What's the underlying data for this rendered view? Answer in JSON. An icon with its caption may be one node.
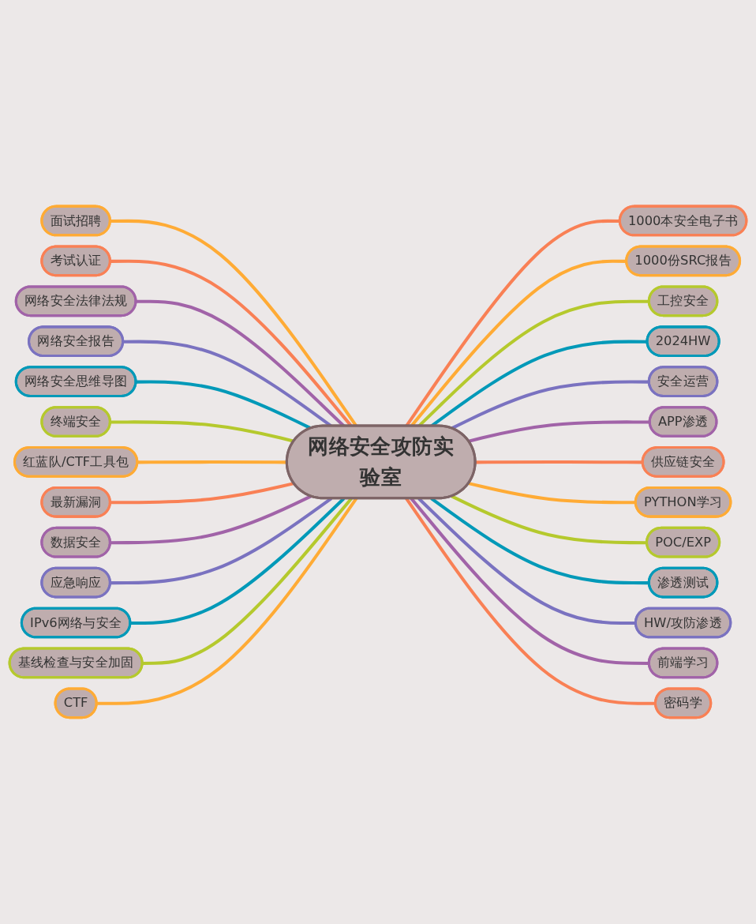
{
  "diagram": {
    "nodes": [
      {
        "text": [
          "网络安全攻防实验室"
        ]
      },
      {
        "text": [
          "面试招聘"
        ]
      },
      {
        "text": [
          "考试认证"
        ]
      },
      {
        "text": [
          "网络安全法律法规"
        ]
      },
      {
        "text": [
          "网络安全报告"
        ]
      },
      {
        "text": [
          "网络安全思维导图"
        ]
      },
      {
        "text": [
          "终端安全"
        ]
      },
      {
        "text": [
          "红蓝队/CTF工具包"
        ]
      },
      {
        "text": [
          "最新漏洞"
        ]
      },
      {
        "text": [
          "数据安全"
        ]
      },
      {
        "text": [
          "应急响应"
        ]
      },
      {
        "text": [
          "IPv6网络与安全"
        ]
      },
      {
        "text": [
          "基线检查与安全加固"
        ]
      },
      {
        "text": [
          "CTF"
        ]
      },
      {
        "text": [
          "1000本安全电子书"
        ]
      },
      {
        "text": [
          "1000份SRC报告"
        ]
      },
      {
        "text": [
          "工控安全"
        ]
      },
      {
        "text": [
          "2024HW"
        ]
      },
      {
        "text": [
          "安全运营"
        ]
      },
      {
        "text": [
          "APP渗透"
        ]
      },
      {
        "text": [
          "供应链安全"
        ]
      },
      {
        "text": [
          "PYTHON学习"
        ]
      },
      {
        "text": [
          "POC/EXP"
        ]
      },
      {
        "text": [
          "渗透测试"
        ]
      },
      {
        "text": [
          "HW/攻防渗透"
        ]
      },
      {
        "text": [
          "前端学习"
        ]
      },
      {
        "text": [
          "密码学"
        ]
      }
    ],
    "edges": [
      {
        "from": 1,
        "to": 0,
        "arrow": "none",
        "color": "#ffab35"
      },
      {
        "from": 2,
        "to": 0,
        "arrow": "none",
        "color": "#f98055"
      },
      {
        "from": 3,
        "to": 0,
        "arrow": "none",
        "color": "#a163a8"
      },
      {
        "from": 4,
        "to": 0,
        "arrow": "none",
        "color": "#7a72c0"
      },
      {
        "from": 5,
        "to": 0,
        "arrow": "none",
        "color": "#0099b8"
      },
      {
        "from": 6,
        "to": 0,
        "arrow": "none",
        "color": "#b5c92d"
      },
      {
        "from": 7,
        "to": 0,
        "arrow": "none",
        "color": "#ffab35"
      },
      {
        "from": 8,
        "to": 0,
        "arrow": "none",
        "color": "#f98055"
      },
      {
        "from": 9,
        "to": 0,
        "arrow": "none",
        "color": "#a163a8"
      },
      {
        "from": 10,
        "to": 0,
        "arrow": "none",
        "color": "#7a72c0"
      },
      {
        "from": 11,
        "to": 0,
        "arrow": "none",
        "color": "#0099b8"
      },
      {
        "from": 12,
        "to": 0,
        "arrow": "none",
        "color": "#b5c92d"
      },
      {
        "from": 13,
        "to": 0,
        "arrow": "none",
        "color": "#ffab35"
      },
      {
        "from": 0,
        "to": 14,
        "arrow": "none",
        "color": "#f98055"
      },
      {
        "from": 0,
        "to": 15,
        "arrow": "none",
        "color": "#ffab35"
      },
      {
        "from": 0,
        "to": 16,
        "arrow": "none",
        "color": "#b5c92d"
      },
      {
        "from": 0,
        "to": 17,
        "arrow": "none",
        "color": "#0099b8"
      },
      {
        "from": 0,
        "to": 18,
        "arrow": "none",
        "color": "#7a72c0"
      },
      {
        "from": 0,
        "to": 19,
        "arrow": "none",
        "color": "#a163a8"
      },
      {
        "from": 0,
        "to": 20,
        "arrow": "none",
        "color": "#f98055"
      },
      {
        "from": 0,
        "to": 21,
        "arrow": "none",
        "color": "#ffab35"
      },
      {
        "from": 0,
        "to": 22,
        "arrow": "none",
        "color": "#b5c92d"
      },
      {
        "from": 0,
        "to": 23,
        "arrow": "none",
        "color": "#0099b8"
      },
      {
        "from": 0,
        "to": 24,
        "arrow": "none",
        "color": "#7a72c0"
      },
      {
        "from": 0,
        "to": 25,
        "arrow": "none",
        "color": "#a163a8"
      },
      {
        "from": 0,
        "to": 26,
        "arrow": "none",
        "color": "#f98055"
      }
    ]
  }
}
